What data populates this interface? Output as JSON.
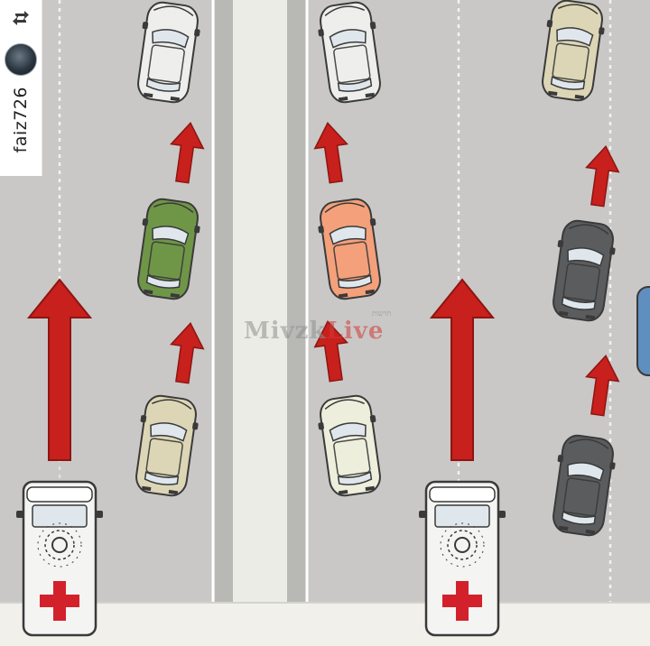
{
  "repost": {
    "username": "faiz726",
    "icon": "repost-icon"
  },
  "watermark": {
    "text_a": "Mivz",
    "text_b": "k",
    "text_c": "Live",
    "small": "חדשות"
  },
  "scene": {
    "ambulance_cross_color": "#d3212b",
    "arrow_color": "#c8201c",
    "road_color": "#c9c8c6",
    "median_color": "#ecece6",
    "car_colors": {
      "white": "#eeeeec",
      "beige": "#dcd6b6",
      "green": "#6f9647",
      "orange": "#f4a07a",
      "cream": "#eeeedc",
      "dark_grey": "#5a5c5e",
      "blue": "#5f8fbf"
    }
  }
}
